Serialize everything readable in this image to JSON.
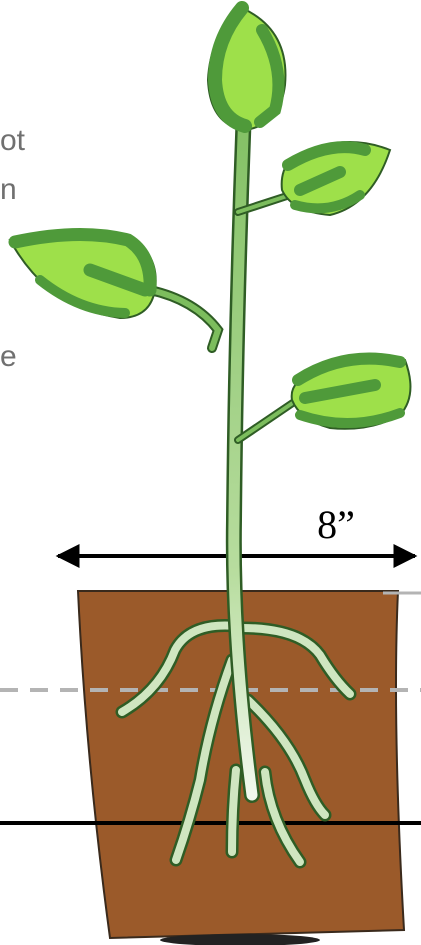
{
  "text_fragments": [
    "ot",
    "n",
    "e"
  ],
  "dimension": {
    "label": "8”"
  },
  "colors": {
    "soil": "#9b5a2a",
    "soil_outline": "#3a2a1c",
    "leaf_light": "#9ee04a",
    "leaf_dark": "#4f9a3a",
    "leaf_outline": "#2f5d25",
    "stem": "#86c06a",
    "root": "#cfe6c0",
    "dashed_line": "#b4b4b4",
    "solid_line": "#000000",
    "fragment_text": "#707070"
  }
}
